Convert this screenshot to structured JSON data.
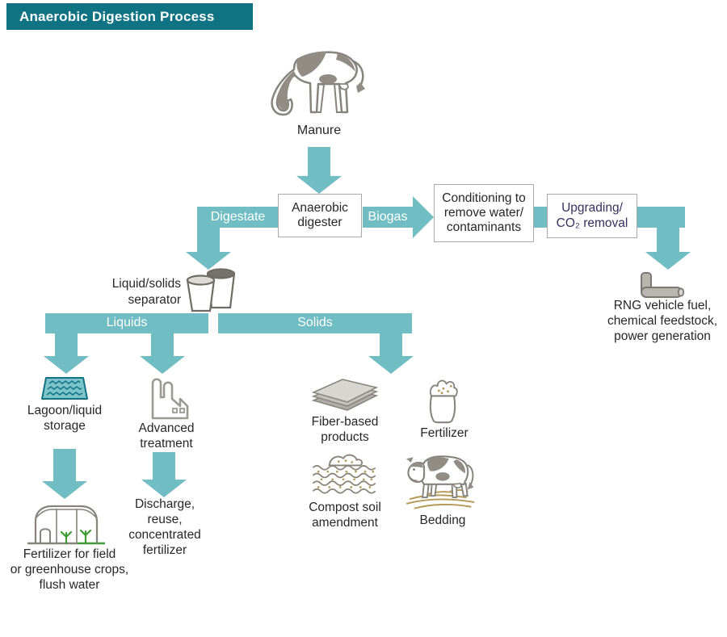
{
  "title": "Anaerobic Digestion Process",
  "colors": {
    "header_teal": "#0f7383",
    "arrow_teal": "#70bdc4",
    "navy_text": "#34315f",
    "box_border": "#a9a9a9",
    "icon_gray": "#918d85",
    "straw_tan": "#b49a58",
    "plant_green": "#3e9b35"
  },
  "flow": {
    "manure": "Manure",
    "digester": [
      "Anaerobic",
      "digester"
    ],
    "digestate": "Digestate",
    "biogas": "Biogas",
    "conditioning": [
      "Conditioning to",
      "remove water/",
      "contaminants"
    ],
    "upgrading": [
      "Upgrading/",
      "CO₂ removal"
    ],
    "rng": [
      "RNG vehicle fuel,",
      "chemical feedstock,",
      "power generation"
    ],
    "separator": [
      "Liquid/solids",
      "separator"
    ],
    "liquids": "Liquids",
    "solids": "Solids",
    "lagoon": [
      "Lagoon/liquid",
      "storage"
    ],
    "advanced": [
      "Advanced",
      "treatment"
    ],
    "greenhouse": [
      "Fertilizer for field",
      "or greenhouse crops,",
      "flush water"
    ],
    "discharge": [
      "Discharge,",
      "reuse,",
      "concentrated",
      "fertilizer"
    ],
    "fiber": [
      "Fiber-based",
      "products"
    ],
    "fertilizer": "Fertilizer",
    "compost": [
      "Compost soil",
      "amendment"
    ],
    "bedding": "Bedding"
  }
}
